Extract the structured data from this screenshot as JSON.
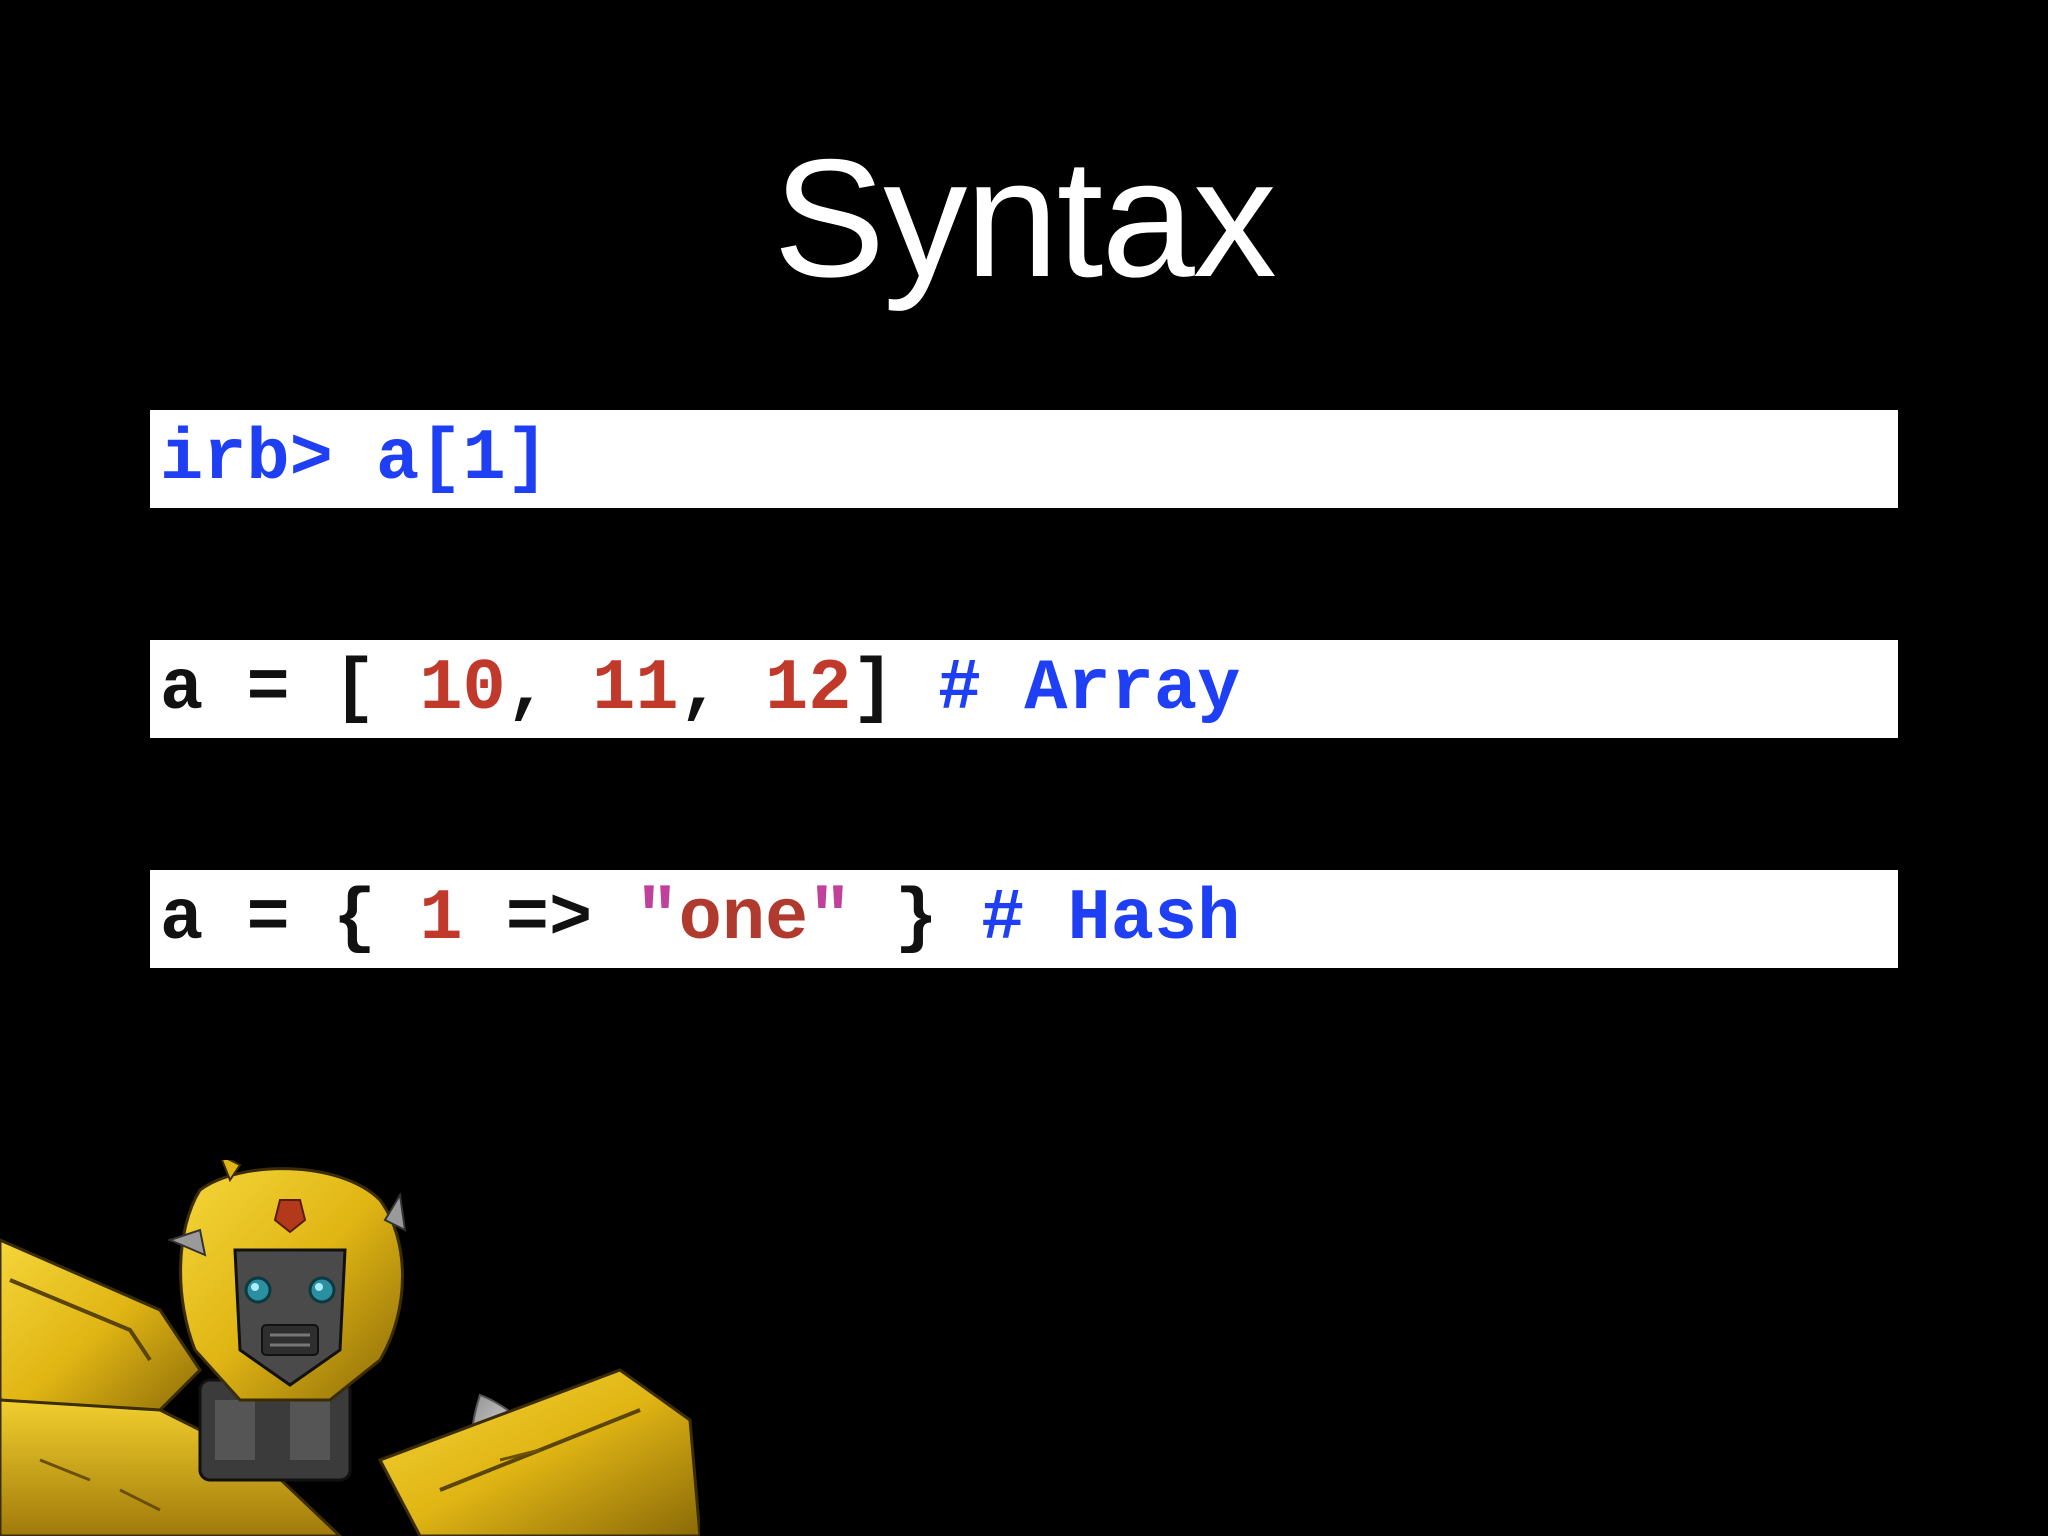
{
  "slide": {
    "title": "Syntax",
    "background": "#000000"
  },
  "code_lines": {
    "irb": {
      "prompt": "irb>",
      "expr": "a[1]"
    },
    "array": {
      "var": "a",
      "eq": "=",
      "open": "[",
      "n1": "10",
      "c1": ",",
      "n2": "11",
      "c2": ",",
      "n3": "12",
      "close": "]",
      "comment": "# Array"
    },
    "hash": {
      "var": "a",
      "eq": "=",
      "open": "{",
      "key": "1",
      "arrow": "=>",
      "q1": "\"",
      "str": "one",
      "q2": "\"",
      "close": "}",
      "comment": "# Hash"
    }
  },
  "colors": {
    "keyword_blue": "#1f3ff5",
    "number_red": "#c0392b",
    "quote_pink": "#c0409a",
    "code_bg": "#ffffff",
    "robot_yellow": "#e8c21a"
  },
  "illustration": "bumblebee-robot"
}
